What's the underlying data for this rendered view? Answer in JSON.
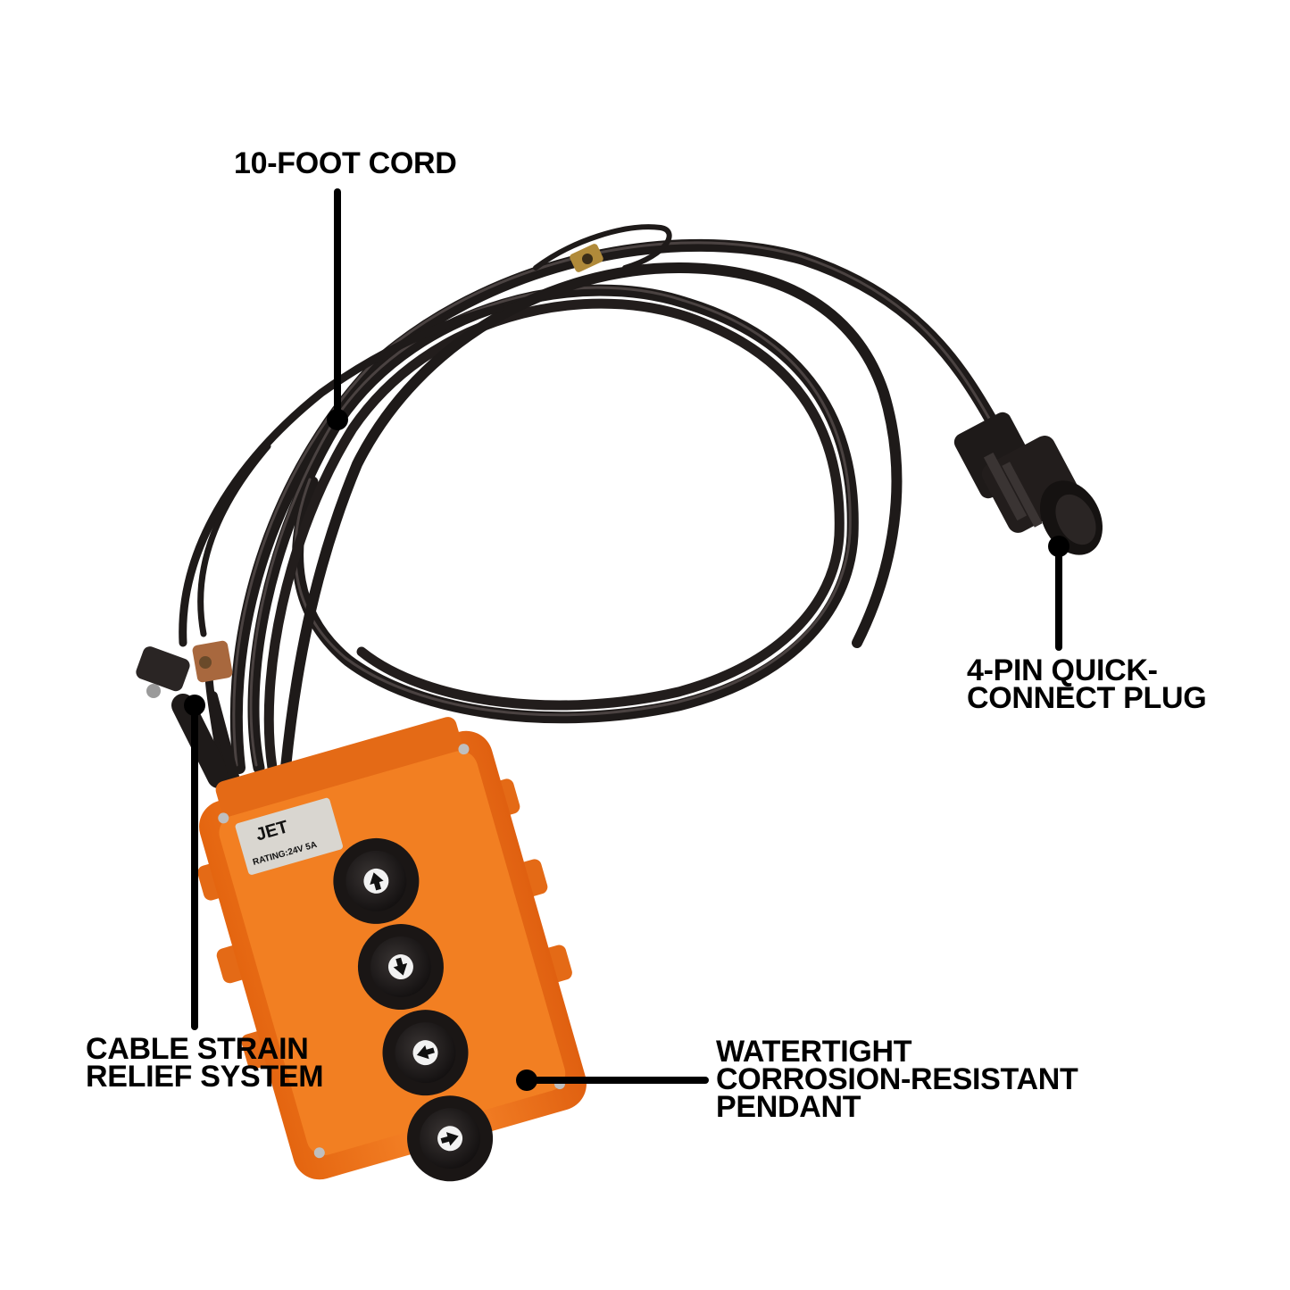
{
  "labels": {
    "cord": [
      "10-FOOT CORD"
    ],
    "plug": [
      "4-PIN QUICK-",
      "CONNECT PLUG"
    ],
    "strain_relief": [
      "CABLE STRAIN",
      "RELIEF SYSTEM"
    ],
    "pendant": [
      "WATERTIGHT",
      "CORROSION-RESISTANT",
      "PENDANT"
    ]
  },
  "pendant_markings": {
    "brand": "JET",
    "rating": "RATING:24V 5A"
  },
  "buttons": [
    "up-arrow",
    "down-arrow",
    "left-arrow",
    "right-arrow"
  ],
  "colors": {
    "pendant_orange": "#F07A1A",
    "cable_black": "#1E1A19",
    "callout_line": "#000000",
    "background": "#FFFFFF"
  }
}
